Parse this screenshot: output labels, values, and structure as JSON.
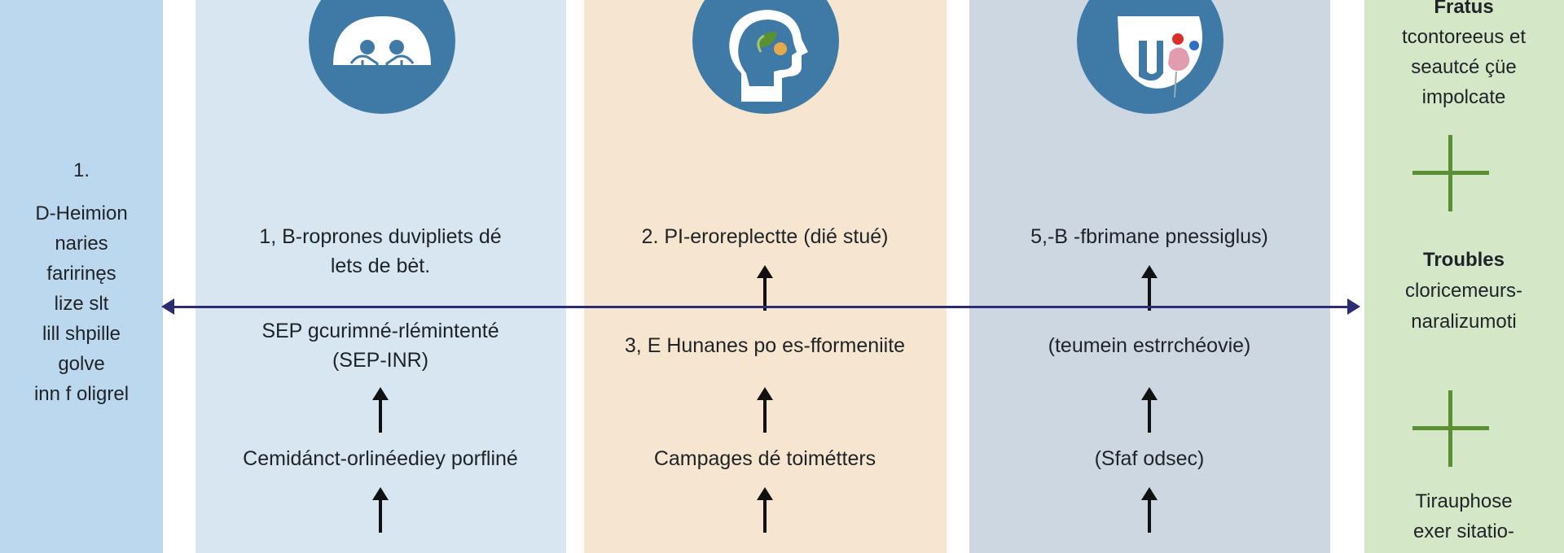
{
  "left_panel": {
    "number": "1.",
    "lines": [
      "D-Heimion",
      "naries",
      "faririnęs",
      "lize slt",
      "lill shpille",
      "golve",
      "inn f oligrel"
    ]
  },
  "column1": {
    "icon": "faces-icon",
    "top_lines": [
      "1, B-roprones duvipliets dé",
      "lets de bėt."
    ],
    "mid_lines": [
      "SEP gcurimné-rlémintenté",
      "(SEP-INR)"
    ],
    "bottom_text": "Cemidánct-orlinéediey porfliné"
  },
  "column2": {
    "icon": "head-leaf-icon",
    "top_text": "2. PI-eroreplectte (dié stué)",
    "mid_text": "3, E Hunanes po es-fformeniite",
    "bottom_text": "Campages dé toimétters"
  },
  "column3": {
    "icon": "ear-brain-icon",
    "top_text": "5,-B -fbrimane pnessiglus)",
    "mid_text": "(teumein estrrchéovie)",
    "bottom_text": "(Sfaf odsec)"
  },
  "right_panel": {
    "top_lines": [
      "Fratus",
      "tcontoreeus et",
      "seautcé çüe",
      "impolcate"
    ],
    "mid_lines": [
      "Troubles",
      "cloricemeurs-",
      "naralizumoti"
    ],
    "bottom_lines": [
      "Tirauphose",
      "exer sitatio-"
    ]
  },
  "colors": {
    "left": "#bcd8ee",
    "col1": "#d7e6f1",
    "col2": "#f7e6cf",
    "col3": "#ccd7e2",
    "right": "#d4e7c6",
    "icon_circle": "#3f7aa6",
    "timeline": "#2b2c72",
    "plus": "#5a8f34"
  }
}
